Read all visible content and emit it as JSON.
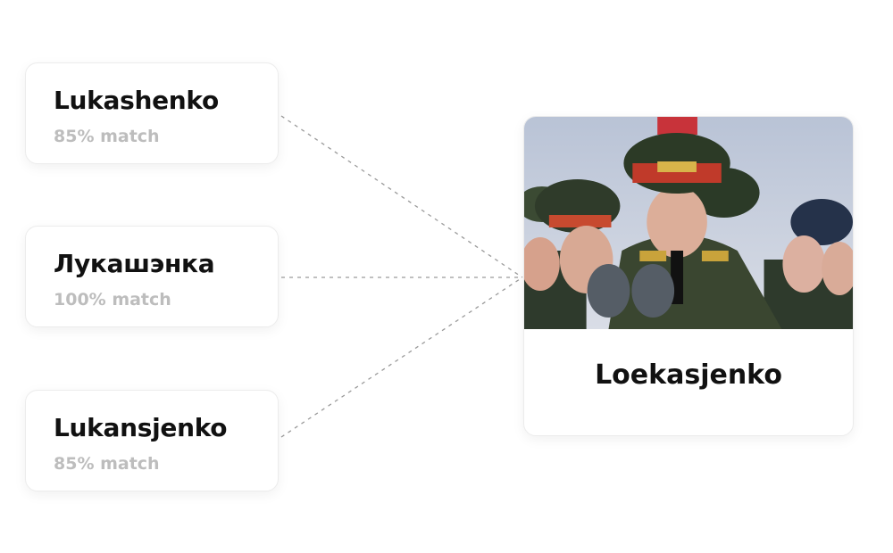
{
  "candidates": [
    {
      "name": "Lukashenko",
      "match": "85% match"
    },
    {
      "name": "Лукашэнка",
      "match": "100% match"
    },
    {
      "name": "Lukansjenko",
      "match": "85% match"
    }
  ],
  "target": {
    "name": "Loekasjenko"
  },
  "colors": {
    "connector": "#9a9a9a",
    "match_text": "#bdbdbd"
  }
}
